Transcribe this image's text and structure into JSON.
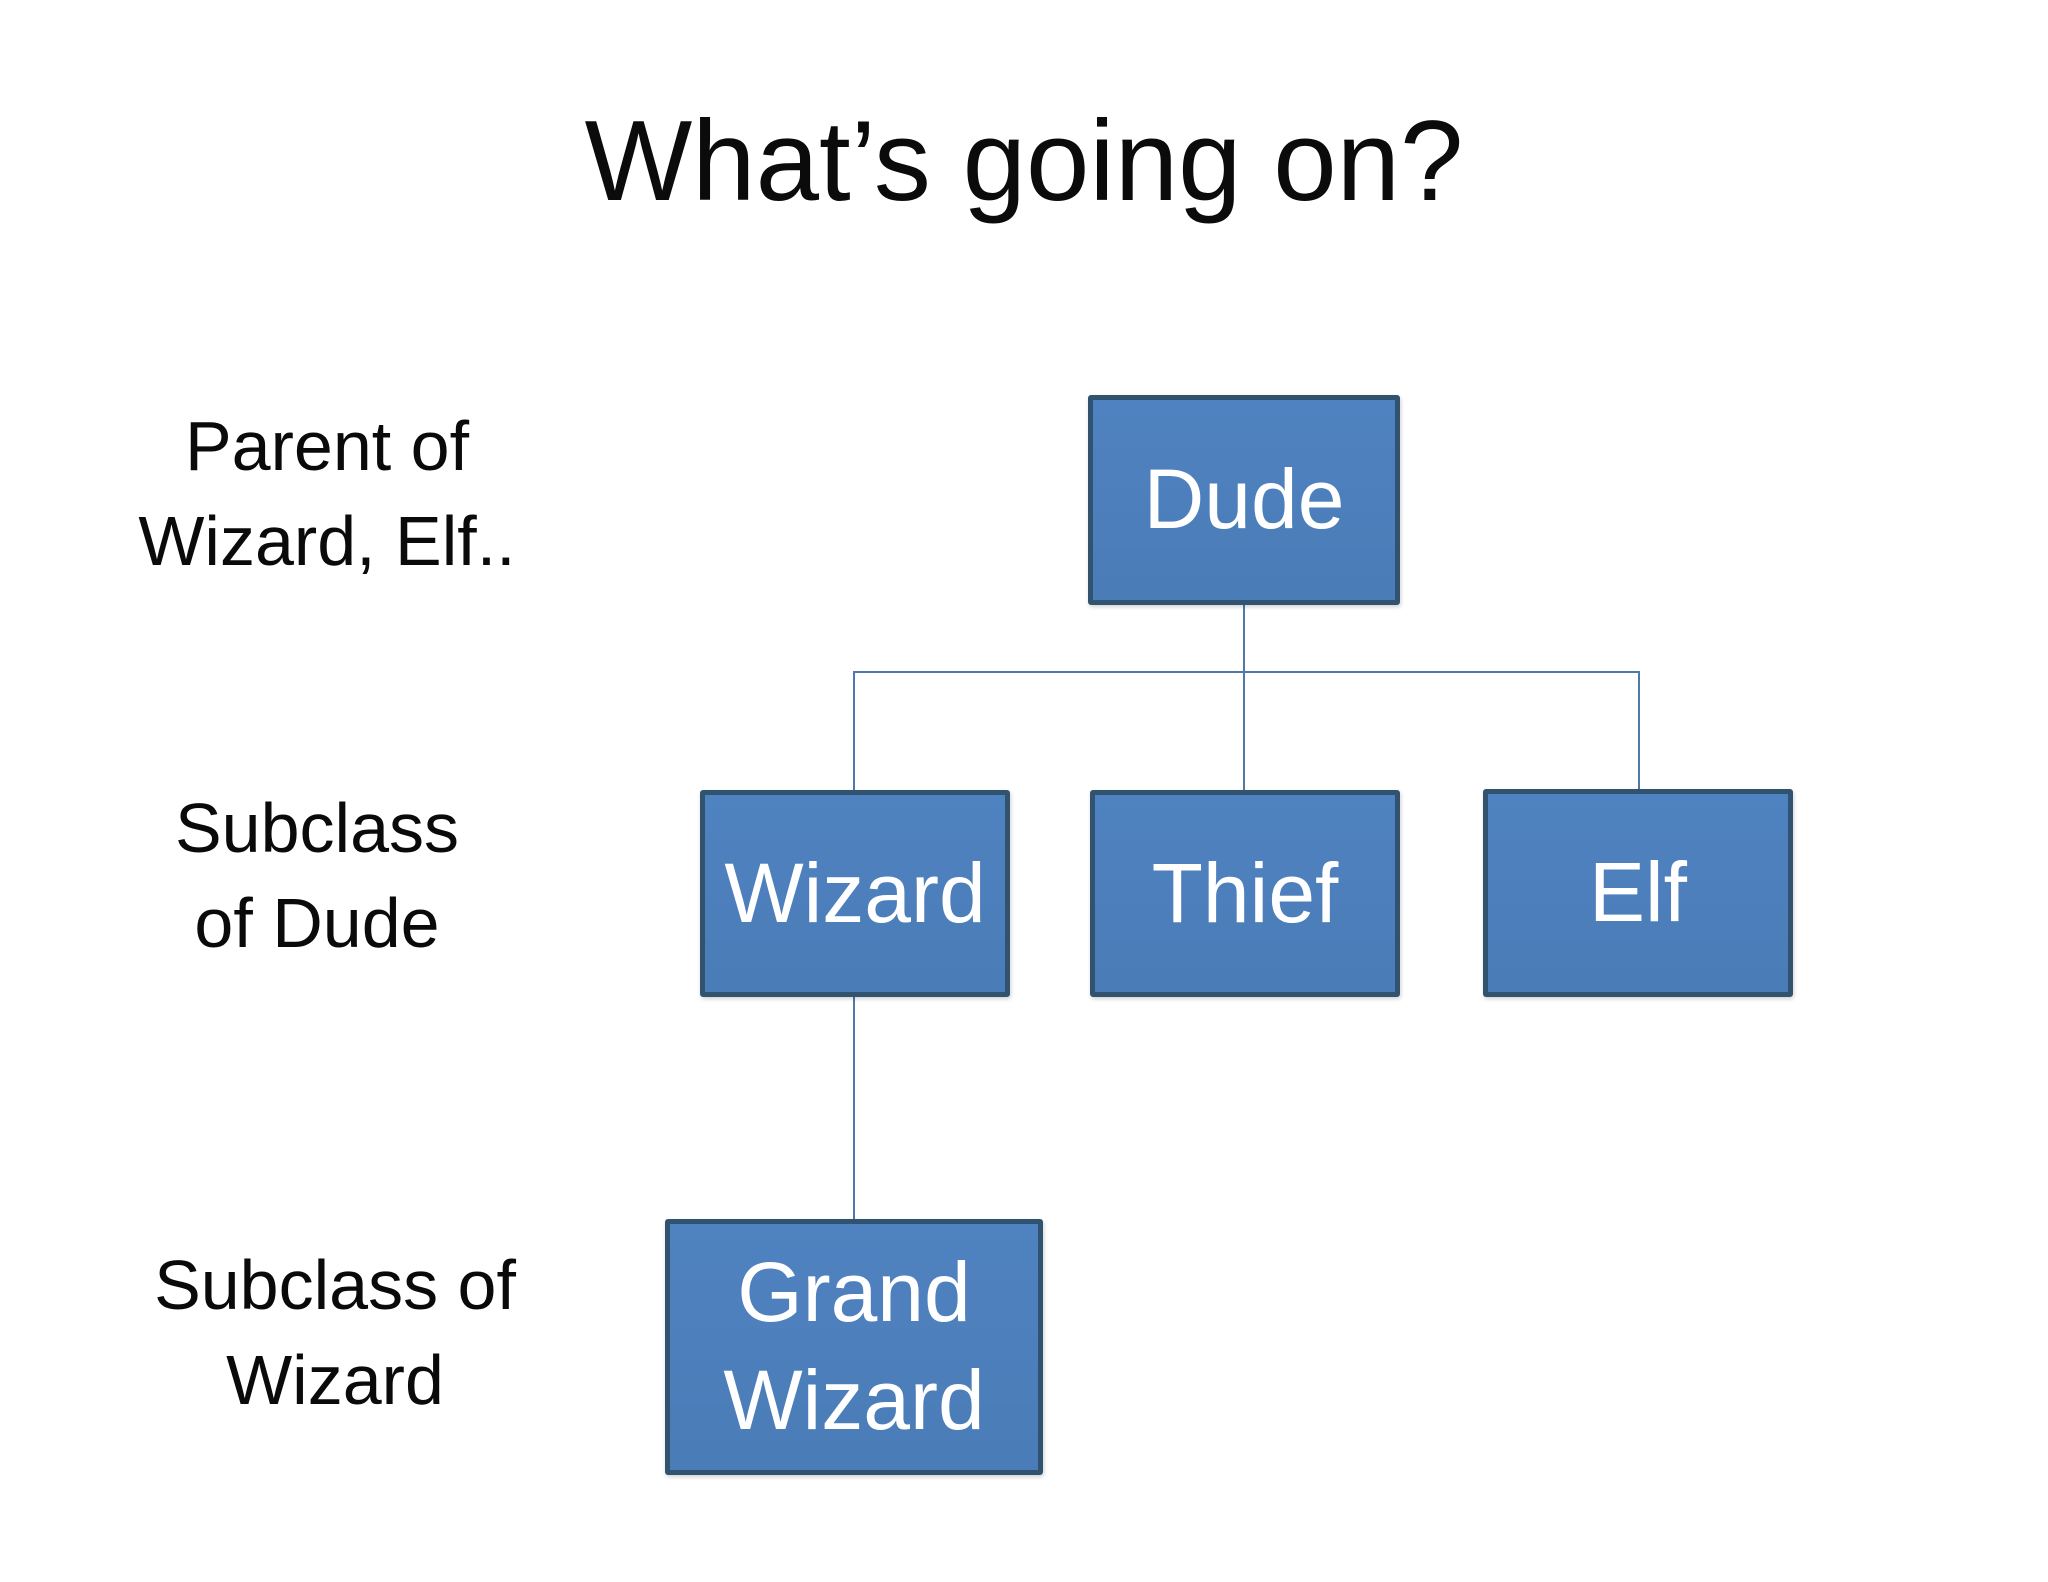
{
  "slide": {
    "title": "What’s going on?",
    "background_color": "#FFFFFF",
    "text_color": "#000000"
  },
  "annotations": {
    "parent_of": {
      "lines": [
        "Parent of",
        "Wizard, Elf.."
      ]
    },
    "subclass_dude": {
      "lines": [
        "Subclass",
        "of Dude"
      ]
    },
    "subclass_wizard": {
      "lines": [
        "Subclass of",
        "Wizard"
      ]
    }
  },
  "diagram": {
    "type": "tree",
    "nodes": {
      "dude": {
        "label": "Dude",
        "parent": null
      },
      "wizard": {
        "label": "Wizard",
        "parent": "dude"
      },
      "thief": {
        "label": "Thief",
        "parent": "dude"
      },
      "elf": {
        "label": "Elf",
        "parent": "dude"
      },
      "grand_wizard": {
        "label": "Grand Wizard",
        "parent": "wizard"
      }
    },
    "colors": {
      "node_fill": "#4B7EBB",
      "node_border": "#31536F",
      "node_text": "#FFFFFF",
      "connector": "#4E79A9"
    }
  }
}
